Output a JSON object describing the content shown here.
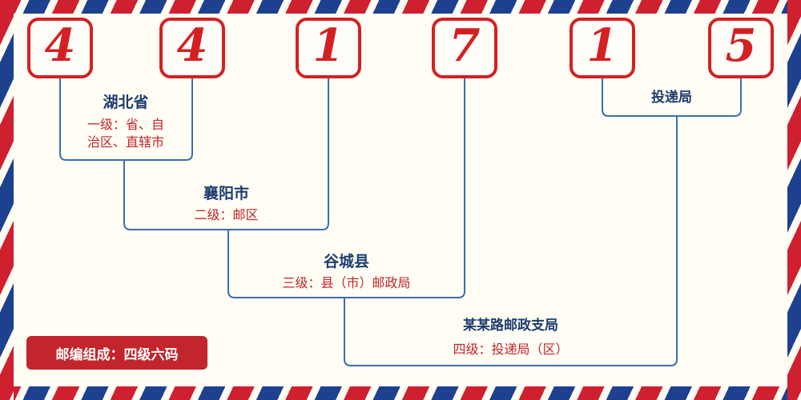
{
  "postal_code": {
    "digits": [
      "4",
      "4",
      "1",
      "7",
      "1",
      "5"
    ]
  },
  "levels": {
    "level1": {
      "name": "湖北省",
      "desc": "一级：省、自\n治区、直辖市"
    },
    "level2": {
      "name": "襄阳市",
      "desc": "二级：邮区"
    },
    "level3": {
      "name": "谷城县",
      "desc": "三级：县（市）邮政局"
    },
    "level4": {
      "name": "某某路邮政支局",
      "desc": "四级：投递局（区）"
    },
    "delivery": {
      "name": "投递局"
    }
  },
  "badge": {
    "text": "邮编组成：四级六码"
  },
  "colors": {
    "digit_red": "#d42023",
    "stripe_red": "#cf2030",
    "stripe_blue": "#1e418f",
    "line_blue": "#3a6fae",
    "name_navy": "#1c3d6e",
    "desc_red": "#c2252b",
    "background": "#fffdf4"
  }
}
